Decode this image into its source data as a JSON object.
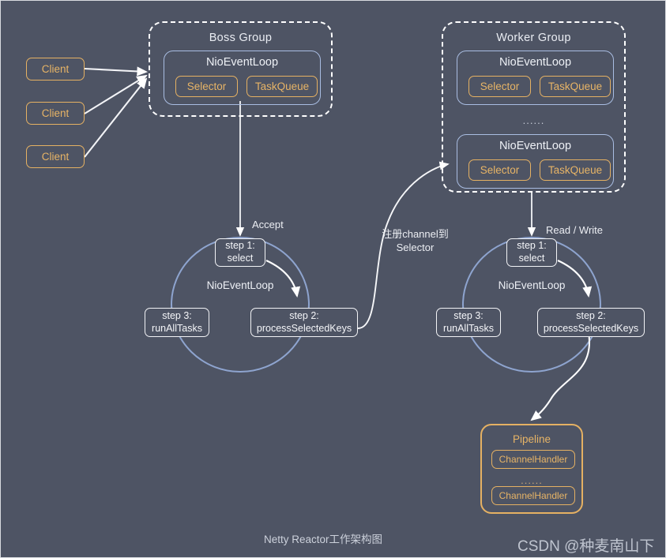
{
  "diagram": {
    "caption": "Netty Reactor工作架构图",
    "watermark": "CSDN @种麦南山下",
    "colors": {
      "background": "#4e5464",
      "amber": "#e5b163",
      "blue": "#a9bde2",
      "white": "#ffffff",
      "arc": "#8ea4cf"
    }
  },
  "clients": [
    {
      "label": "Client"
    },
    {
      "label": "Client"
    },
    {
      "label": "Client"
    }
  ],
  "boss_group": {
    "title": "Boss Group",
    "event_loops": [
      {
        "title": "NioEventLoop",
        "selector": "Selector",
        "task_queue": "TaskQueue"
      }
    ]
  },
  "worker_group": {
    "title": "Worker Group",
    "ellipsis": "......",
    "event_loops": [
      {
        "title": "NioEventLoop",
        "selector": "Selector",
        "task_queue": "TaskQueue"
      },
      {
        "title": "NioEventLoop",
        "selector": "Selector",
        "task_queue": "TaskQueue"
      }
    ]
  },
  "boss_loop": {
    "center_label": "NioEventLoop",
    "incoming_label": "Accept",
    "steps": [
      {
        "line1": "step 1:",
        "line2": "select"
      },
      {
        "line1": "step 2:",
        "line2": "processSelectedKeys"
      },
      {
        "line1": "step 3:",
        "line2": "runAllTasks"
      }
    ]
  },
  "worker_loop": {
    "center_label": "NioEventLoop",
    "incoming_label": "Read / Write",
    "steps": [
      {
        "line1": "step 1:",
        "line2": "select"
      },
      {
        "line1": "step 2:",
        "line2": "processSelectedKeys"
      },
      {
        "line1": "step 3:",
        "line2": "runAllTasks"
      }
    ]
  },
  "register_edge": {
    "label": "注册channel到\nSelector"
  },
  "pipeline": {
    "title": "Pipeline",
    "ellipsis": "......",
    "handlers": [
      {
        "label": "ChannelHandler"
      },
      {
        "label": "ChannelHandler"
      }
    ]
  }
}
